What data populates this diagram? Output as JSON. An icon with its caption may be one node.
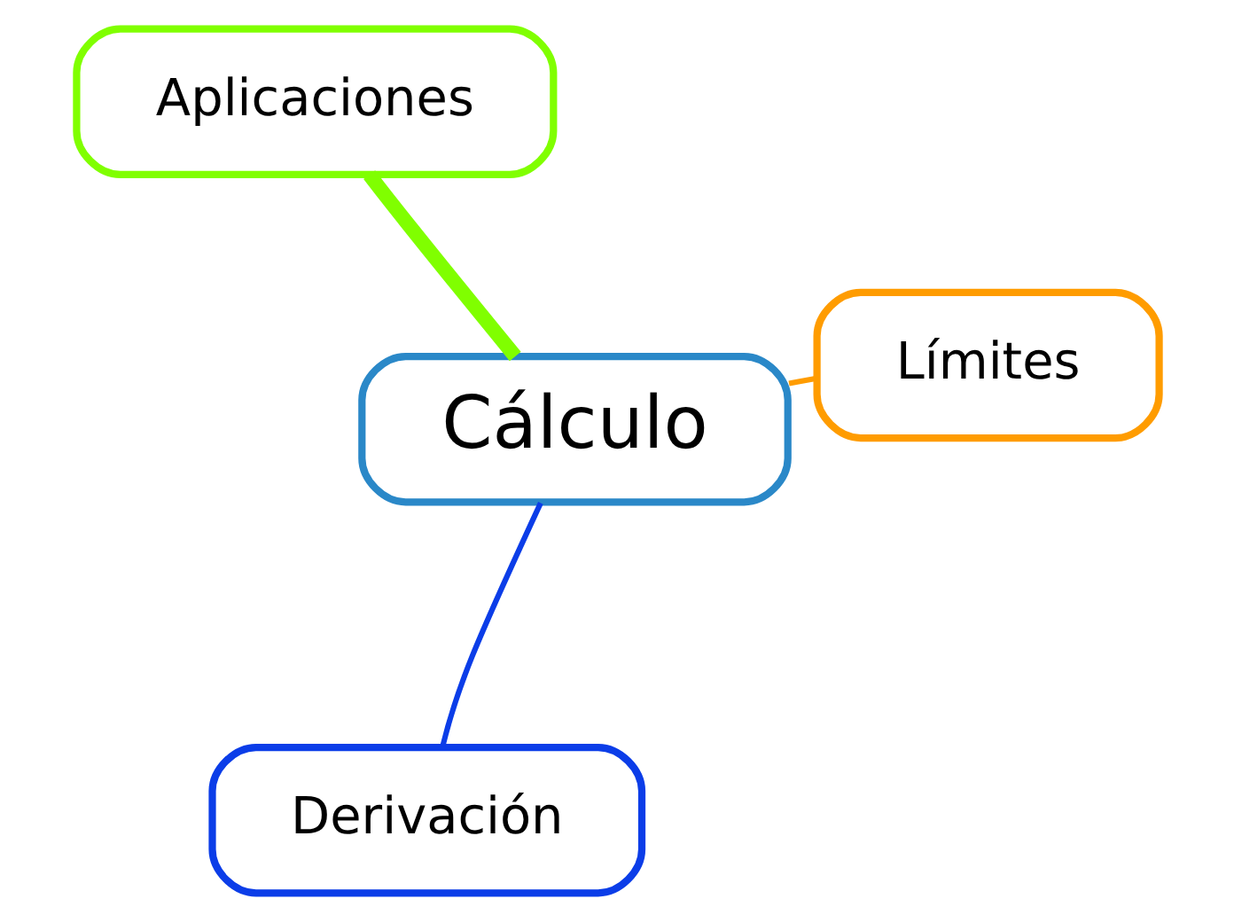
{
  "diagram": {
    "nodes": [
      {
        "text": [
          "Cálculo"
        ]
      },
      {
        "text": [
          "Límites"
        ]
      },
      {
        "text": [
          "Derivación"
        ]
      },
      {
        "text": [
          "Aplicaciones"
        ]
      }
    ],
    "edges": [
      {
        "from": 0,
        "to": 1,
        "arrow": "none",
        "color": "#ff9c00"
      },
      {
        "from": 0,
        "to": 2,
        "arrow": "none",
        "color": "#0b3de8"
      },
      {
        "from": 0,
        "to": 3,
        "arrow": "none",
        "style": "thick",
        "color": "#80ff00"
      }
    ]
  }
}
